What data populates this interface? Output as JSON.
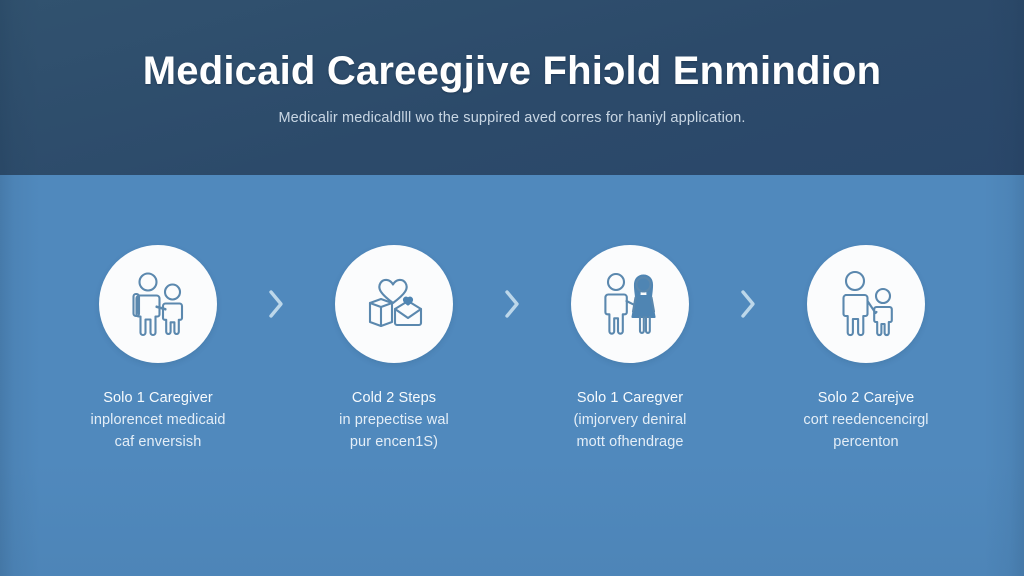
{
  "header": {
    "title": "Medicaid Careegjive Fhiɔld Enmindion",
    "subtitle": "Medicalir medicaldlll wo the suppired aved corres for haniyl application.",
    "background_color": "#2d4d6e",
    "title_color": "#ffffff",
    "subtitle_color": "#d6e2ee"
  },
  "body": {
    "background_color": "#5089bd",
    "circle_color": "#fbfcfd",
    "icon_stroke_color": "#5b88ae",
    "icon_fill_color": "#4f85b3",
    "chevron_color": "#bcd7ea",
    "caption_color": "#eef4fa"
  },
  "steps": [
    {
      "icon": "caregiver-holding-child-icon",
      "caption_title": "Solo 1 Caregiver",
      "caption_line2": "inplorencet medicaid",
      "caption_line3": "caf enversish"
    },
    {
      "icon": "heart-care-package-icon",
      "caption_title": "Cold 2 Steps",
      "caption_line2": "in prepectise wal",
      "caption_line3": "pur encen1S)"
    },
    {
      "icon": "couple-support-icon",
      "caption_title": "Solo 1 Caregver",
      "caption_line2": "(imjorvery deniral",
      "caption_line3": "mott ofhendrage"
    },
    {
      "icon": "adult-and-child-icon",
      "caption_title": "Solo 2 Carejve",
      "caption_line2": "cort reedencencirgl",
      "caption_line3": "percenton"
    }
  ],
  "separators": [
    {
      "icon": "chevron-right-icon"
    },
    {
      "icon": "chevron-right-icon"
    },
    {
      "icon": "chevron-right-icon"
    }
  ]
}
